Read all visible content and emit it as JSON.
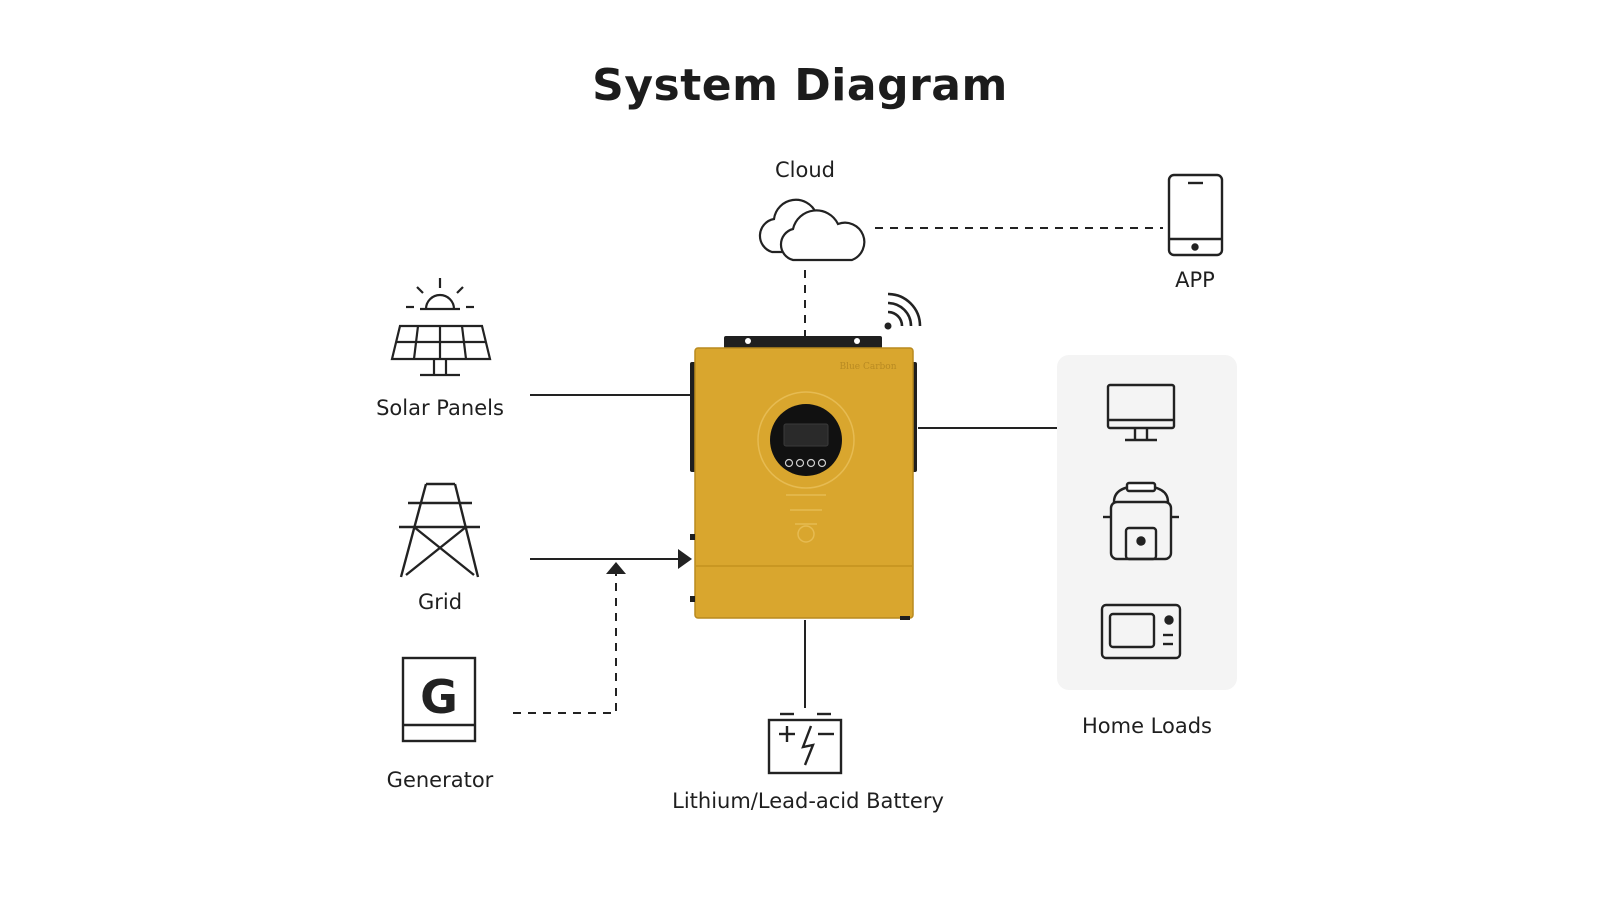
{
  "title": "System Diagram",
  "nodes": {
    "cloud": {
      "label": "Cloud"
    },
    "app": {
      "label": "APP"
    },
    "solar": {
      "label": "Solar Panels"
    },
    "grid": {
      "label": "Grid"
    },
    "generator": {
      "label": "Generator",
      "icon_letter": "G"
    },
    "battery": {
      "label": "Lithium/Lead-acid Battery"
    },
    "home_loads": {
      "label": "Home Loads"
    },
    "inverter": {
      "brand": "Blue Carbon"
    }
  },
  "colors": {
    "inverter_body": "#d9a62e",
    "inverter_bracket": "#1f1f1f",
    "line": "#222222",
    "panel_bg": "#f4f4f4"
  },
  "icons": [
    "cloud-icon",
    "phone-icon",
    "wifi-icon",
    "solar-panel-icon",
    "grid-tower-icon",
    "generator-icon",
    "battery-icon",
    "monitor-icon",
    "rice-cooker-icon",
    "microwave-icon"
  ]
}
